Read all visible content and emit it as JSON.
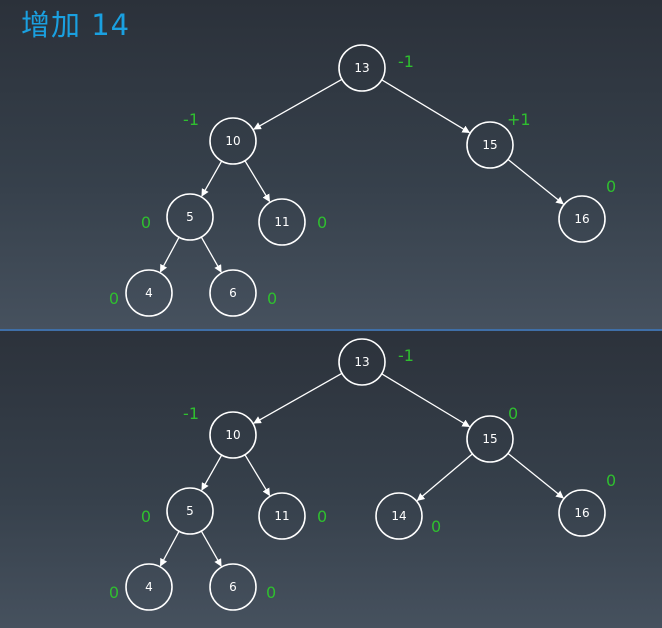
{
  "title": "增加 14",
  "colors": {
    "title": "#1aa0e0",
    "balance": "#2fbf2f",
    "node": "#ffffff",
    "divider": "#3f6fa8"
  },
  "panels": [
    {
      "id": "before",
      "nodes": [
        {
          "key": "13",
          "bf": "-1"
        },
        {
          "key": "10",
          "bf": "-1"
        },
        {
          "key": "15",
          "bf": "+1"
        },
        {
          "key": "5",
          "bf": "0"
        },
        {
          "key": "11",
          "bf": "0"
        },
        {
          "key": "16",
          "bf": "0"
        },
        {
          "key": "4",
          "bf": "0"
        },
        {
          "key": "6",
          "bf": "0"
        }
      ],
      "edges": [
        [
          "13",
          "10"
        ],
        [
          "13",
          "15"
        ],
        [
          "10",
          "5"
        ],
        [
          "10",
          "11"
        ],
        [
          "15",
          "16"
        ],
        [
          "5",
          "4"
        ],
        [
          "5",
          "6"
        ]
      ]
    },
    {
      "id": "after",
      "nodes": [
        {
          "key": "13",
          "bf": "-1"
        },
        {
          "key": "10",
          "bf": "-1"
        },
        {
          "key": "15",
          "bf": "0"
        },
        {
          "key": "5",
          "bf": "0"
        },
        {
          "key": "11",
          "bf": "0"
        },
        {
          "key": "14",
          "bf": "0"
        },
        {
          "key": "16",
          "bf": "0"
        },
        {
          "key": "4",
          "bf": "0"
        },
        {
          "key": "6",
          "bf": "0"
        }
      ],
      "edges": [
        [
          "13",
          "10"
        ],
        [
          "13",
          "15"
        ],
        [
          "10",
          "5"
        ],
        [
          "10",
          "11"
        ],
        [
          "15",
          "14"
        ],
        [
          "15",
          "16"
        ],
        [
          "5",
          "4"
        ],
        [
          "5",
          "6"
        ]
      ]
    }
  ]
}
